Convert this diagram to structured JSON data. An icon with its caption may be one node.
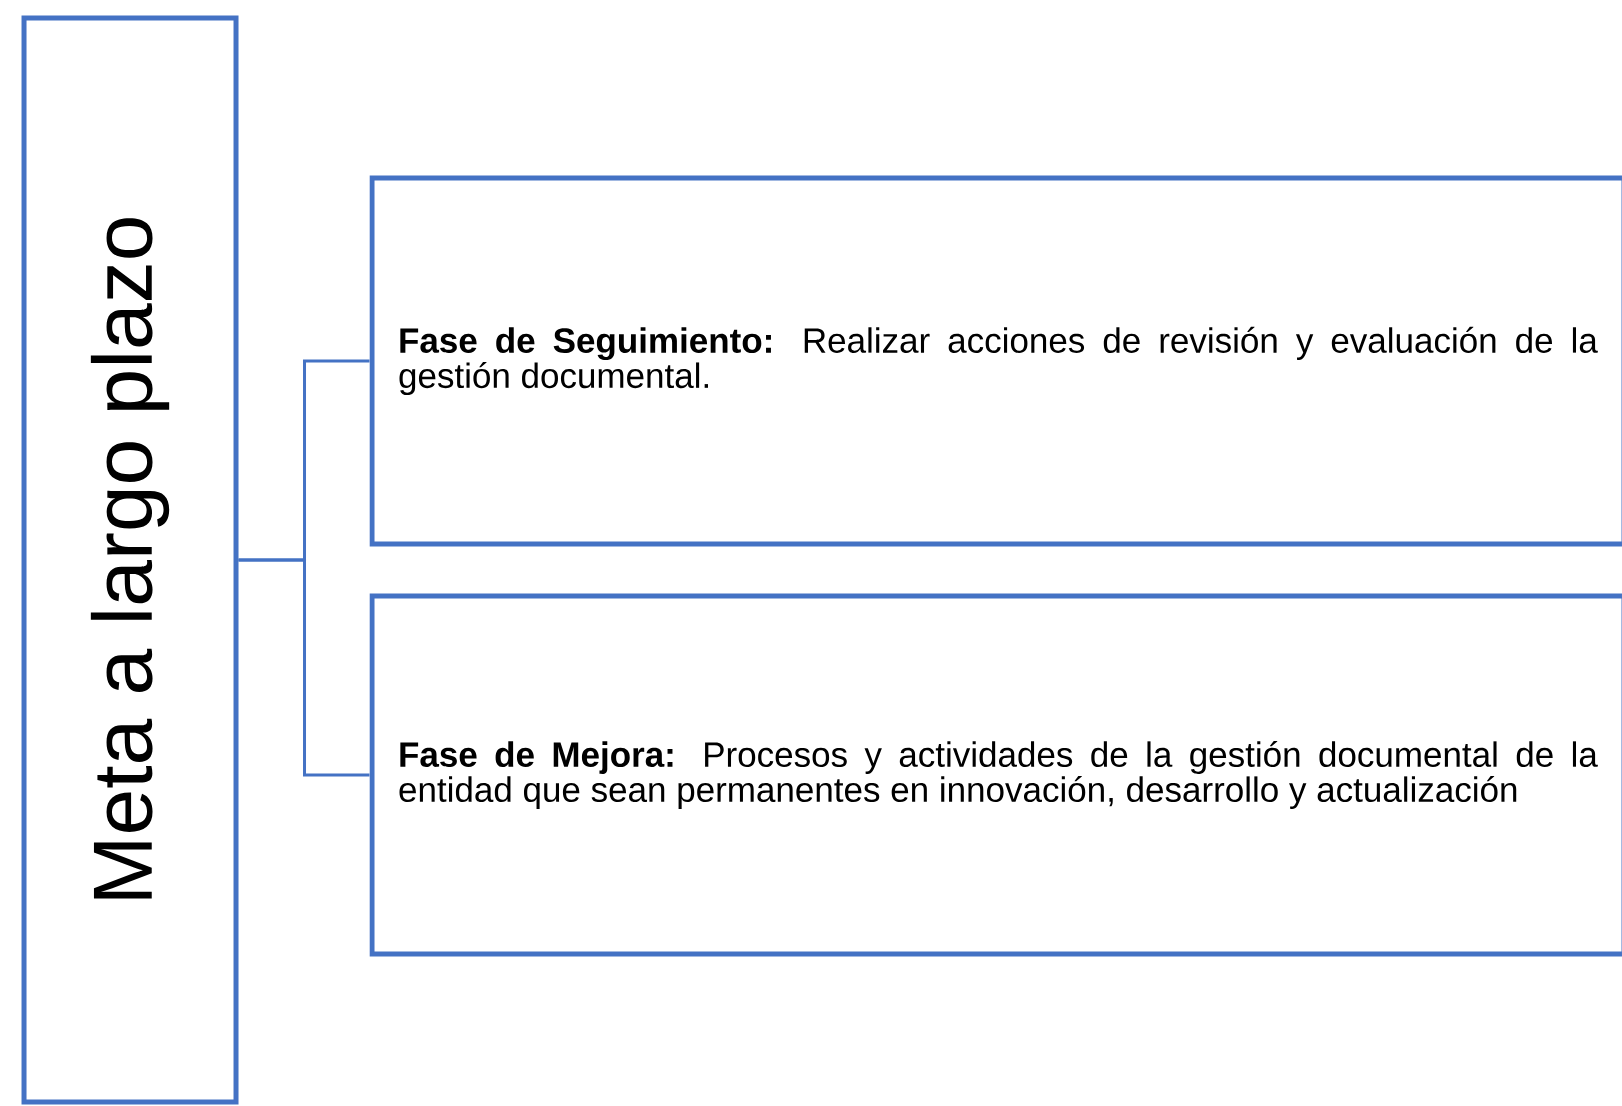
{
  "diagram": {
    "nodes": [
      {
        "text": [
          "Meta a largo plazo"
        ]
      },
      {
        "text": [
          "**Fase de Seguimiento:** Realizar acciones de revisión y evaluación de la gestión documental."
        ]
      },
      {
        "text": [
          "**Fase de Mejora:** Procesos y actividades de la gestión documental de la entidad que sean permanentes en innovación, desarrollo y actualización"
        ]
      }
    ],
    "edges": [
      {
        "from": 0,
        "to": 1,
        "arrow": "none"
      },
      {
        "from": 0,
        "to": 2,
        "arrow": "none"
      }
    ]
  }
}
